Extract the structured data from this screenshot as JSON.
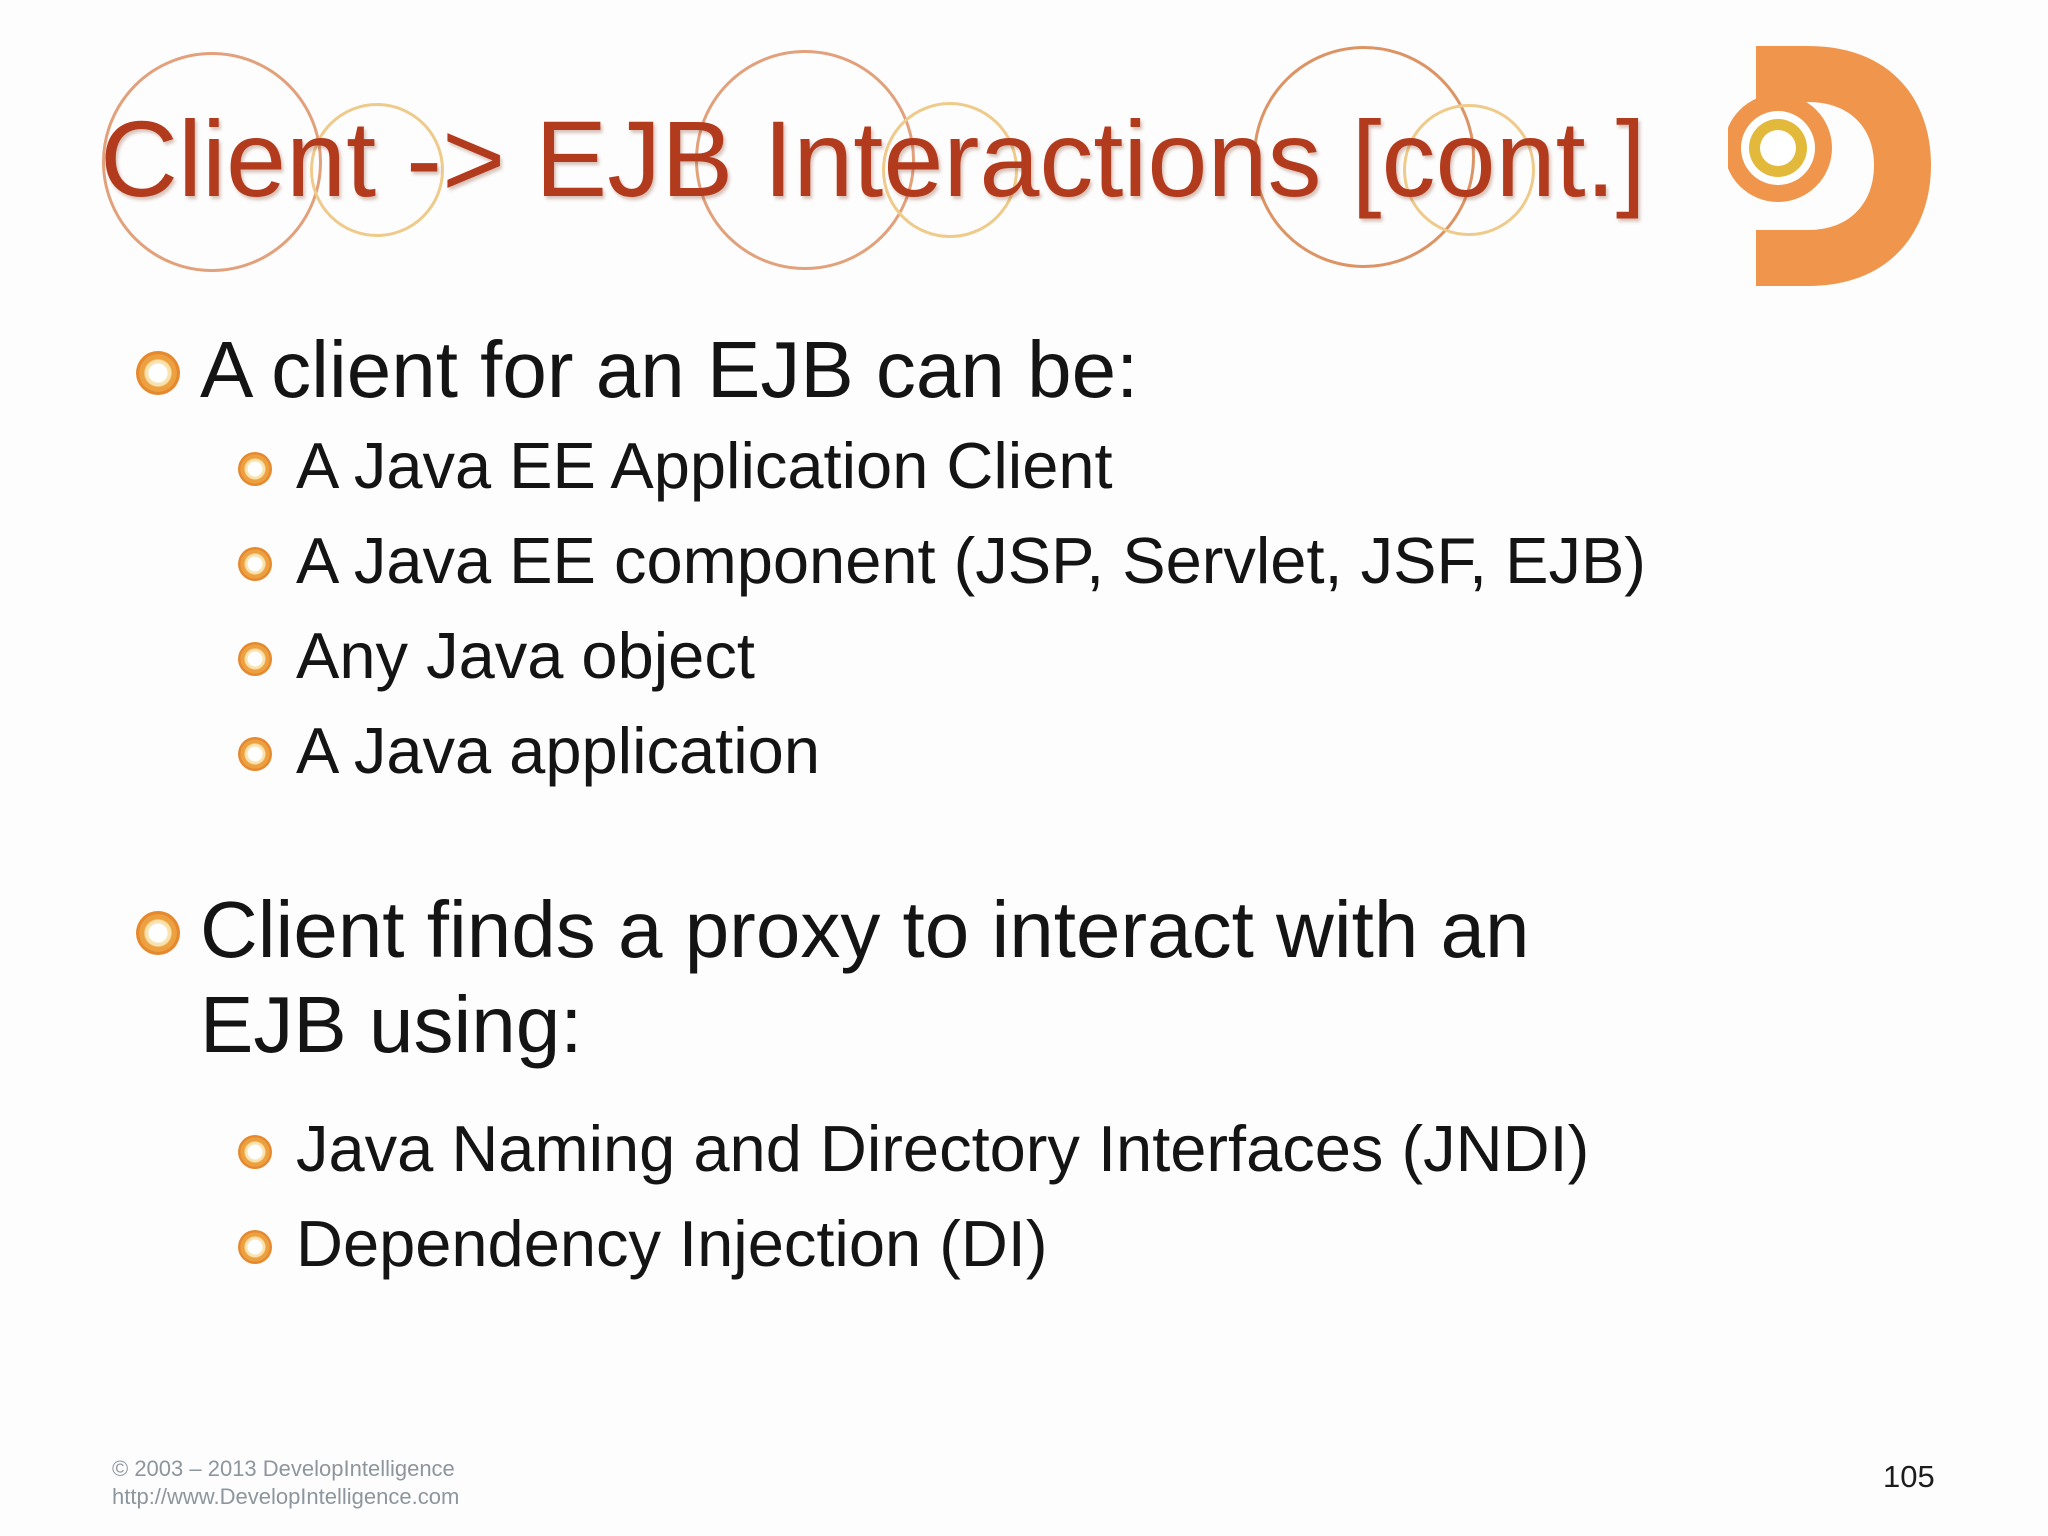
{
  "slide": {
    "title": "Client -> EJB Interactions [cont.]",
    "bullets": [
      {
        "text": "A client for an EJB can be:",
        "children": [
          "A Java EE Application Client",
          "A Java EE component (JSP, Servlet, JSF, EJB)",
          "Any Java object",
          "A Java application"
        ]
      },
      {
        "text": "Client finds a proxy to interact with an EJB using:",
        "children": [
          "Java Naming and Directory Interfaces (JNDI)",
          "Dependency Injection (DI)"
        ]
      }
    ],
    "footer": {
      "line1": "© 2003 – 2013 DevelopIntelligence",
      "line2": "http://www.DevelopIntelligence.com"
    },
    "page_number": "105",
    "colors": {
      "title_red": "#b23b1d",
      "body_text": "#141414",
      "logo_orange": "#f0954c",
      "logo_yellow": "#e2b93b",
      "ring_tan": "#e2a07b",
      "ring_yellow": "#efcb8b",
      "footer_gray": "#8d969d"
    }
  }
}
